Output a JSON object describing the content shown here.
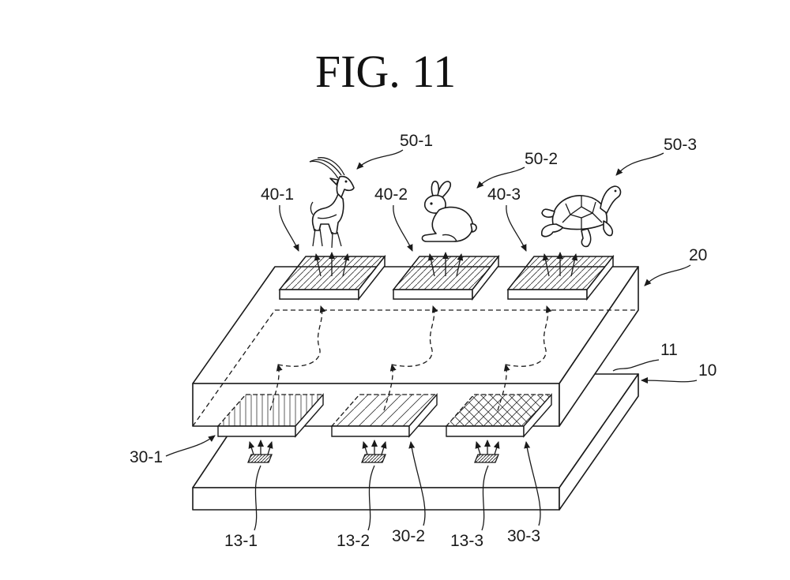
{
  "figure": {
    "title": "FIG.  11"
  },
  "labels": {
    "l50_1": "50-1",
    "l50_2": "50-2",
    "l50_3": "50-3",
    "l40_1": "40-1",
    "l40_2": "40-2",
    "l40_3": "40-3",
    "l20": "20",
    "l11": "11",
    "l10": "10",
    "l30_1": "30-1",
    "l30_2": "30-2",
    "l30_3": "30-3",
    "l13_1": "13-1",
    "l13_2": "13-2",
    "l13_3": "13-3"
  },
  "icons": {
    "animal_1": "goat-icon",
    "animal_2": "rabbit-icon",
    "animal_3": "turtle-icon"
  }
}
